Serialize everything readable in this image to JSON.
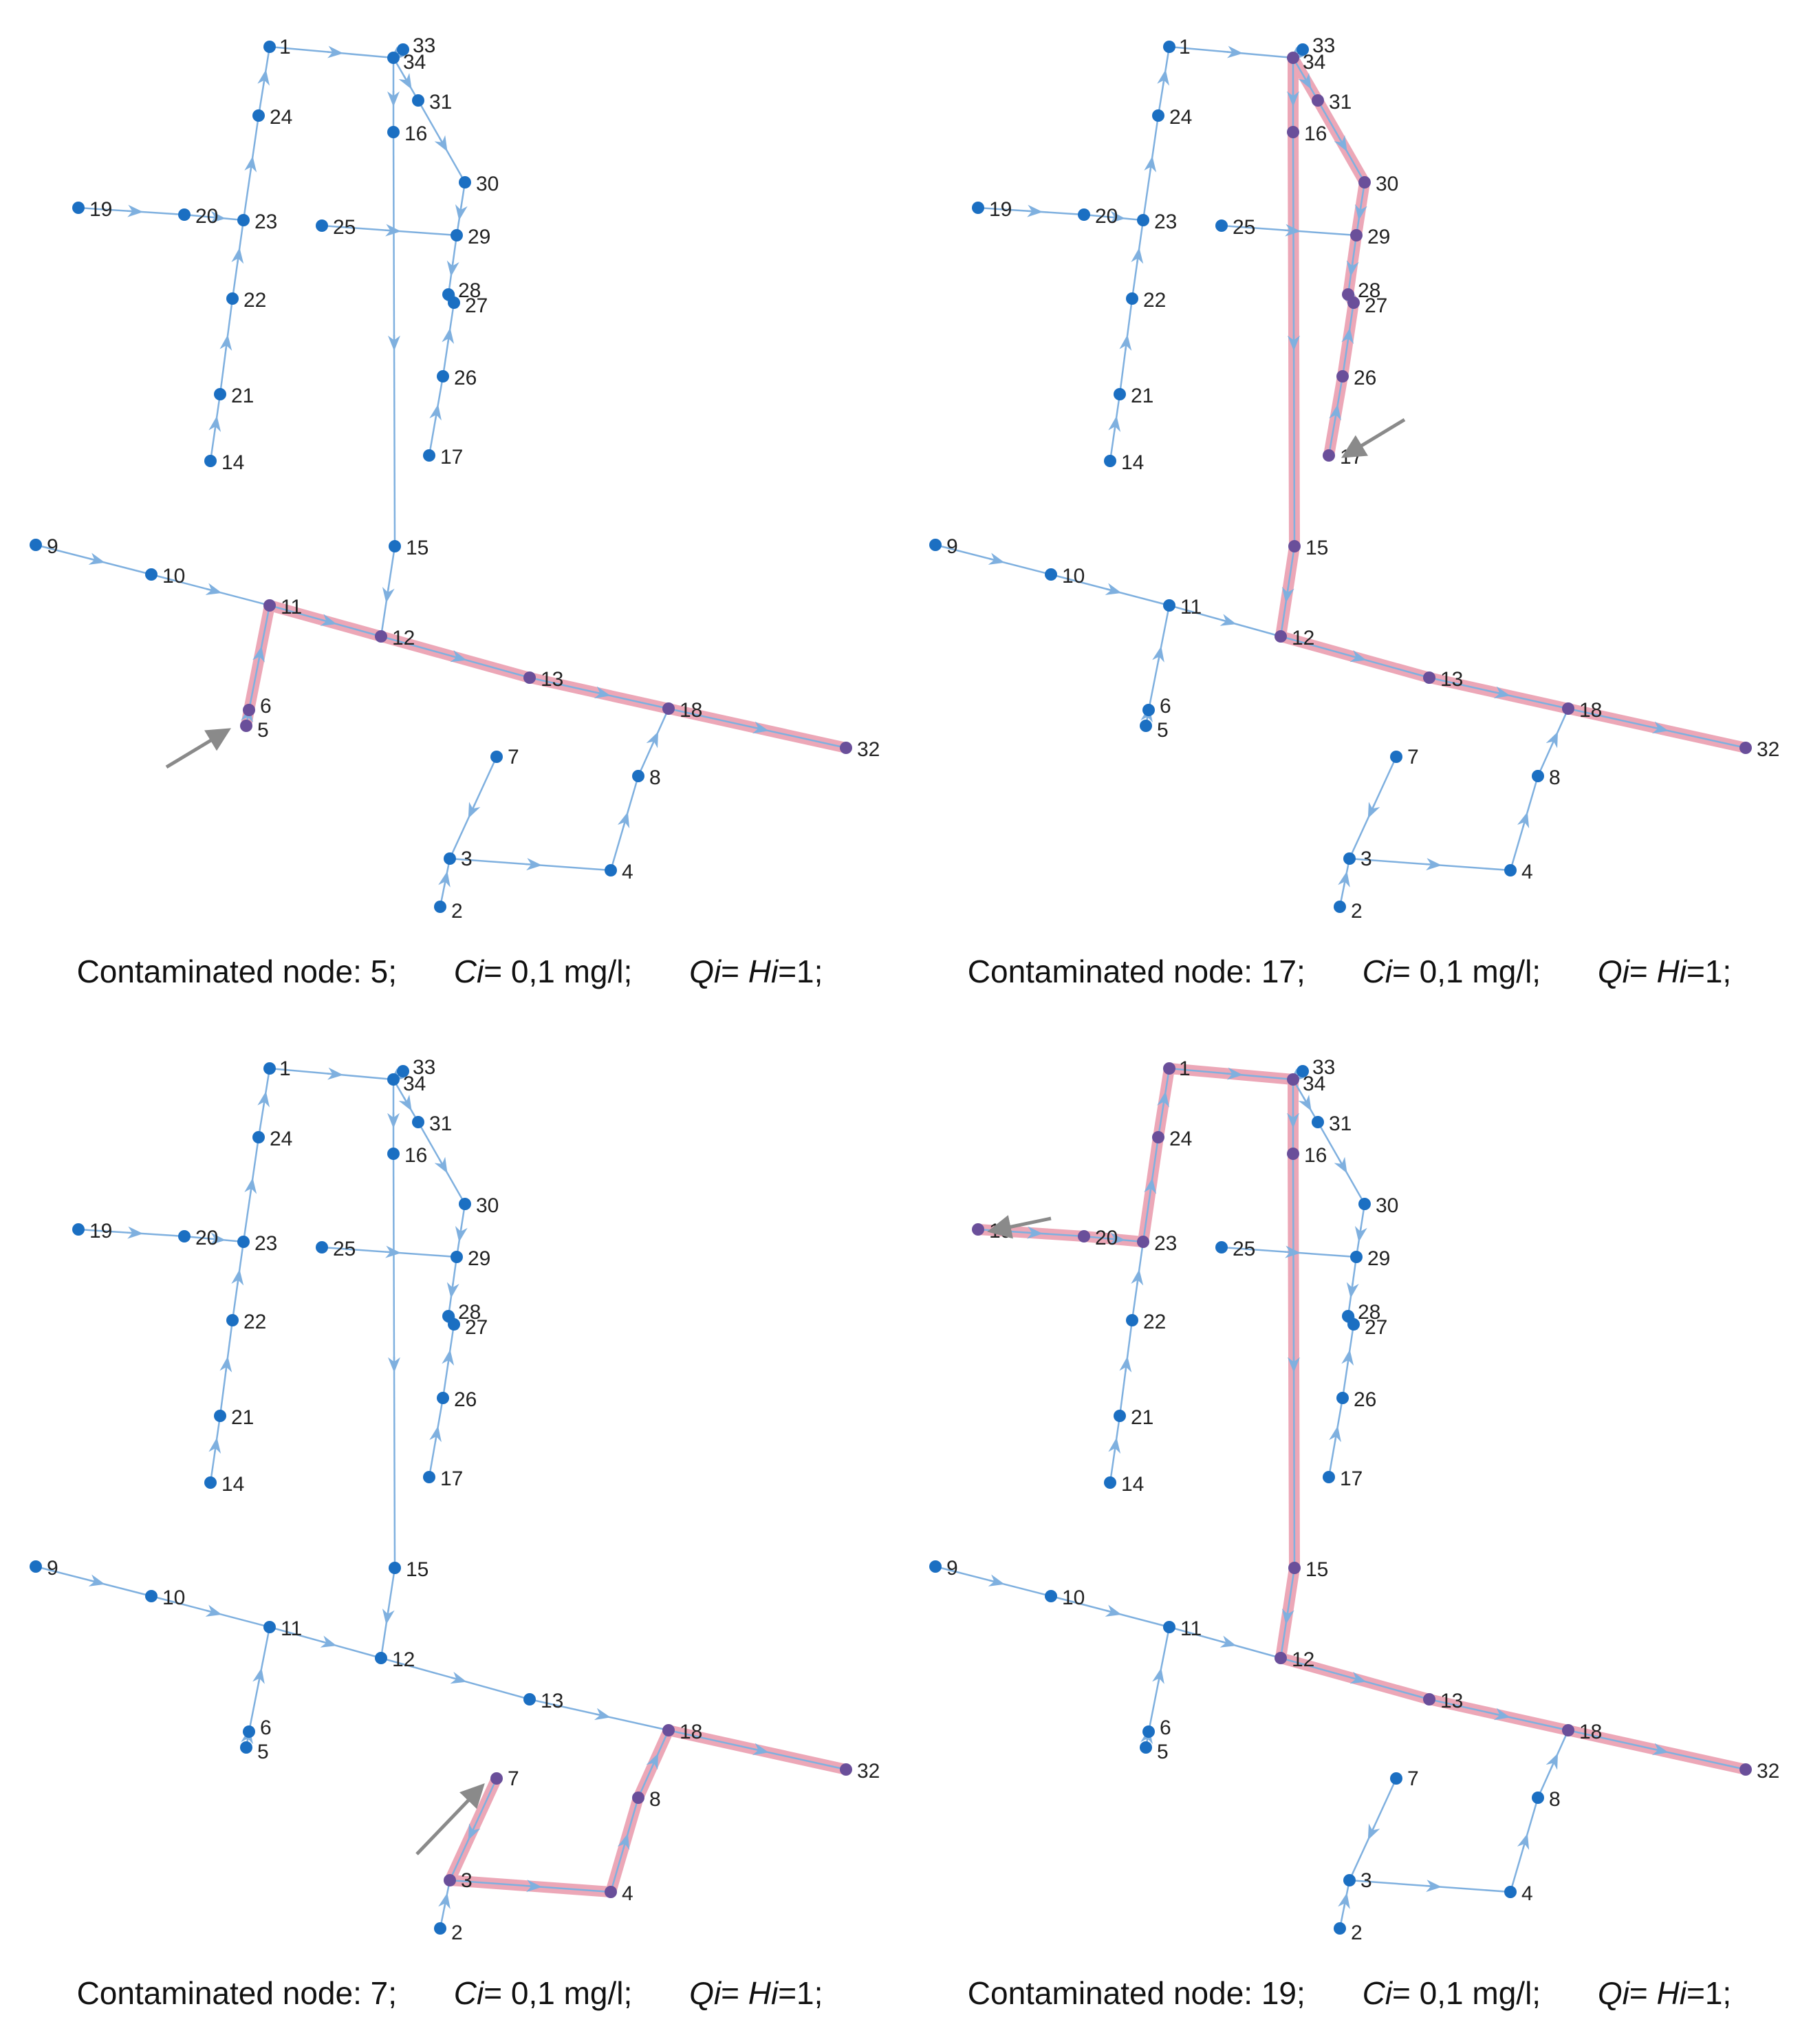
{
  "network": {
    "node_ids": [
      "1",
      "2",
      "3",
      "4",
      "5",
      "6",
      "7",
      "8",
      "9",
      "10",
      "11",
      "12",
      "13",
      "14",
      "15",
      "16",
      "17",
      "18",
      "19",
      "20",
      "21",
      "22",
      "23",
      "24",
      "25",
      "26",
      "27",
      "28",
      "29",
      "30",
      "31",
      "32",
      "33",
      "34"
    ],
    "edges": [
      [
        "1",
        "34"
      ],
      [
        "33",
        "34"
      ],
      [
        "34",
        "16"
      ],
      [
        "34",
        "31"
      ],
      [
        "31",
        "30"
      ],
      [
        "30",
        "29"
      ],
      [
        "29",
        "28"
      ],
      [
        "28",
        "27"
      ],
      [
        "26",
        "27"
      ],
      [
        "17",
        "26"
      ],
      [
        "25",
        "29"
      ],
      [
        "16",
        "15"
      ],
      [
        "15",
        "12"
      ],
      [
        "9",
        "10"
      ],
      [
        "10",
        "11"
      ],
      [
        "11",
        "12"
      ],
      [
        "12",
        "13"
      ],
      [
        "13",
        "18"
      ],
      [
        "18",
        "32"
      ],
      [
        "5",
        "6"
      ],
      [
        "6",
        "11"
      ],
      [
        "7",
        "3"
      ],
      [
        "2",
        "3"
      ],
      [
        "3",
        "4"
      ],
      [
        "4",
        "8"
      ],
      [
        "8",
        "18"
      ],
      [
        "19",
        "20"
      ],
      [
        "20",
        "23"
      ],
      [
        "14",
        "21"
      ],
      [
        "21",
        "22"
      ],
      [
        "22",
        "23"
      ],
      [
        "23",
        "24"
      ],
      [
        "24",
        "1"
      ]
    ],
    "colors": {
      "node": "#1b6fc2",
      "edge": "#7fb0df",
      "highlight": "#e58a9f",
      "arrow": "#8a8a8a",
      "path_node": "#6a4f9a"
    }
  },
  "panels": [
    {
      "contaminated_node": "5",
      "path": [
        "5",
        "6",
        "11",
        "12",
        "13",
        "18",
        "32"
      ],
      "caption": {
        "prefix": "Contaminated node: 5;",
        "ci_label": "Ci",
        "ci_value": "= 0,1 mg/l;",
        "qi_label": "Qi",
        "eq": "=",
        "hi_label": "Hi",
        "hi_value": "=1;"
      }
    },
    {
      "contaminated_node": "17",
      "path": [
        "17",
        "26",
        "27",
        "28",
        "29",
        "30",
        "31",
        "34",
        "16",
        "15",
        "12",
        "13",
        "18",
        "32"
      ],
      "caption": {
        "prefix": "Contaminated node: 17;",
        "ci_label": "Ci",
        "ci_value": "= 0,1 mg/l;",
        "qi_label": "Qi",
        "eq": "=",
        "hi_label": "Hi",
        "hi_value": "=1;"
      }
    },
    {
      "contaminated_node": "7",
      "path": [
        "7",
        "3",
        "4",
        "8",
        "18",
        "32"
      ],
      "caption": {
        "prefix": "Contaminated node: 7;",
        "ci_label": "Ci",
        "ci_value": "= 0,1 mg/l;",
        "qi_label": "Qi",
        "eq": "=",
        "hi_label": "Hi",
        "hi_value": "=1;"
      }
    },
    {
      "contaminated_node": "19",
      "path": [
        "19",
        "20",
        "23",
        "24",
        "1",
        "34",
        "16",
        "15",
        "12",
        "13",
        "18",
        "32"
      ],
      "caption": {
        "prefix": "Contaminated node: 19;",
        "ci_label": "Ci",
        "ci_value": "= 0,1 mg/l;",
        "qi_label": "Qi",
        "eq": "=",
        "hi_label": "Hi",
        "hi_value": "=1;"
      }
    }
  ]
}
